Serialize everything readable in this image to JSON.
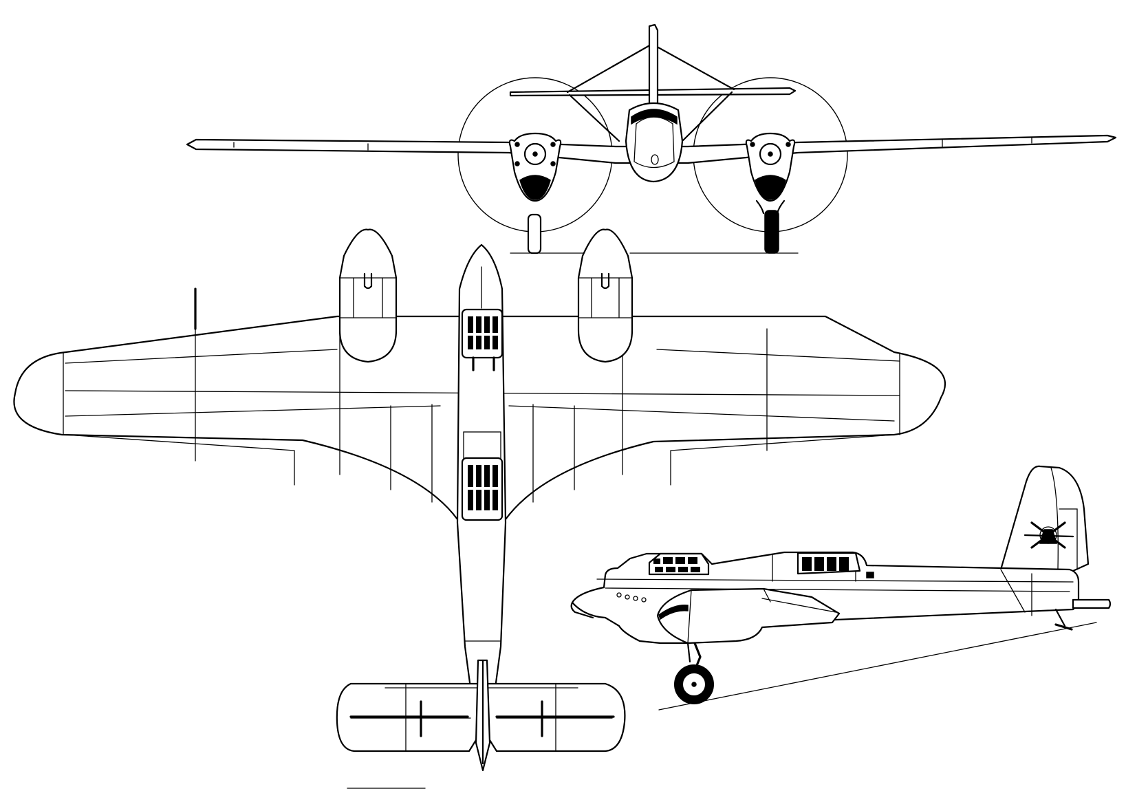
{
  "colors": {
    "ink": "#000000",
    "paper": "#ffffff"
  },
  "views": [
    {
      "name": "front-view"
    },
    {
      "name": "top-view"
    },
    {
      "name": "side-view"
    }
  ]
}
